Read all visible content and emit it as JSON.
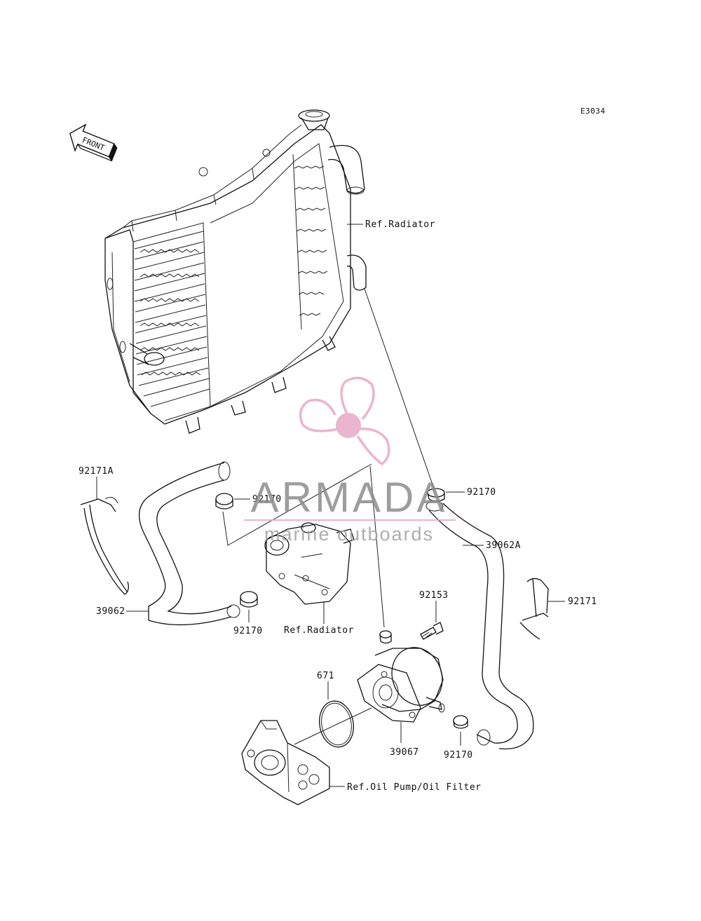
{
  "diagram_code": "E3034",
  "front_label": "FRONT",
  "labels": {
    "ref_radiator_top": "Ref.Radiator",
    "ref_radiator_mid": "Ref.Radiator",
    "ref_oil_pump": "Ref.Oil Pump/Oil Filter",
    "p_92171A": "92171A",
    "p_92170_a": "92170",
    "p_92170_b": "92170",
    "p_92170_c": "92170",
    "p_92170_d": "92170",
    "p_39062A": "39062A",
    "p_39062": "39062",
    "p_92171": "92171",
    "p_92153": "92153",
    "p_671": "671",
    "p_39067": "39067"
  },
  "watermark": {
    "brand": "ARMADA",
    "tagline": "marine outboards",
    "color": "#e7a9c6"
  }
}
